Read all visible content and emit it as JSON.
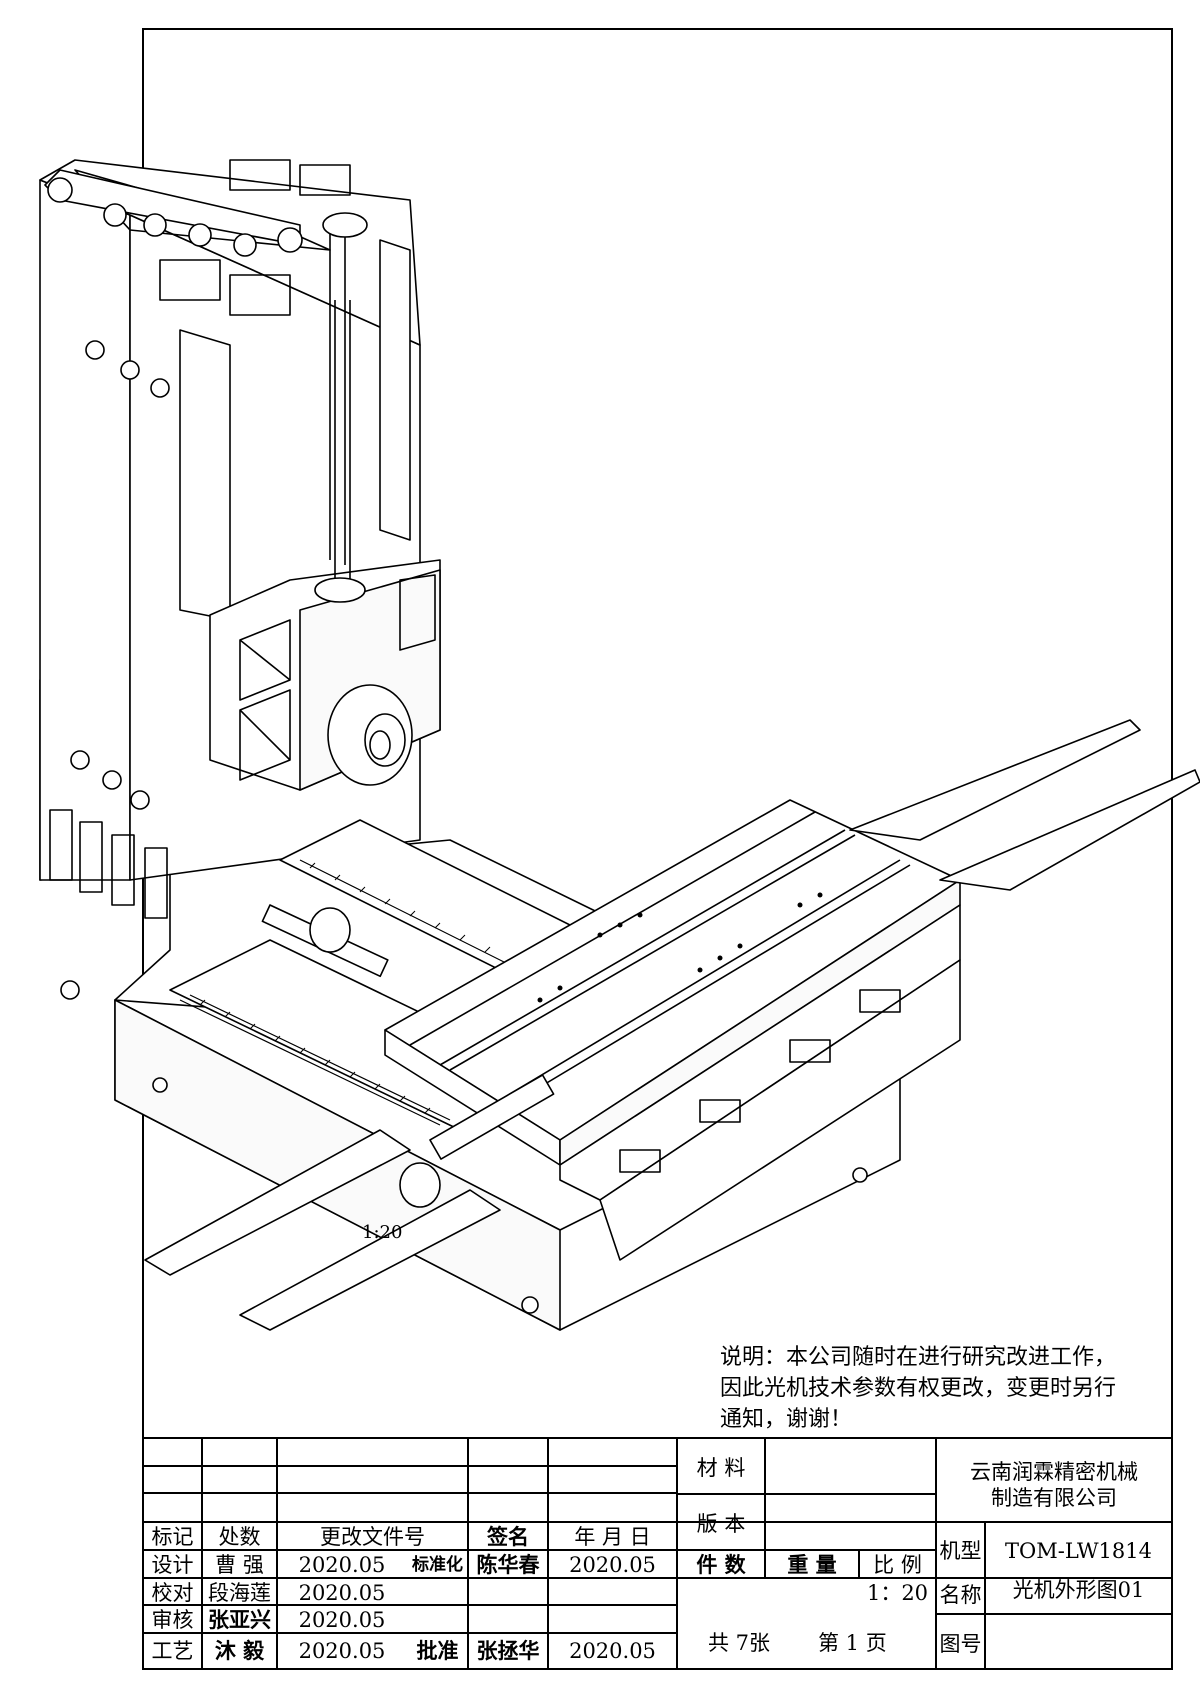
{
  "drawing": {
    "scale_mark": "1:20",
    "note_lines": [
      "说明：本公司随时在进行研究改进工作，",
      "因此光机技术参数有权更改，变更时另行",
      "通知，谢谢！"
    ]
  },
  "title_block": {
    "header": {
      "mark": "标记",
      "count": "处数",
      "change_doc": "更改文件号",
      "signature": "签名",
      "date": "年 月 日"
    },
    "rows": [
      {
        "role": "设计",
        "name": "曹 强",
        "date": "2020.05",
        "role2": "标准化",
        "name2": "陈华春",
        "date2": "2020.05"
      },
      {
        "role": "校对",
        "name": "段海莲",
        "date": "2020.05"
      },
      {
        "role": "审核",
        "name": "张亚兴",
        "date": "2020.05"
      },
      {
        "role": "工艺",
        "name": "沐 毅",
        "date": "2020.05",
        "role2": "批准",
        "name2": "张拯华",
        "date2": "2020.05"
      }
    ],
    "material_label": "材 料",
    "version_label": "版 本",
    "qty_label": "件 数",
    "weight_label": "重 量",
    "scale_label": "比 例",
    "scale_value": "1：20",
    "sheets": "共 7张",
    "page": "第 1 页",
    "company_line1": "云南润霖精密机械",
    "company_line2": "制造有限公司",
    "model_label": "机型",
    "model_value": "TOM-LW1814",
    "name_label": "名称",
    "name_value": "光机外形图01",
    "drawing_no_label": "图号"
  }
}
